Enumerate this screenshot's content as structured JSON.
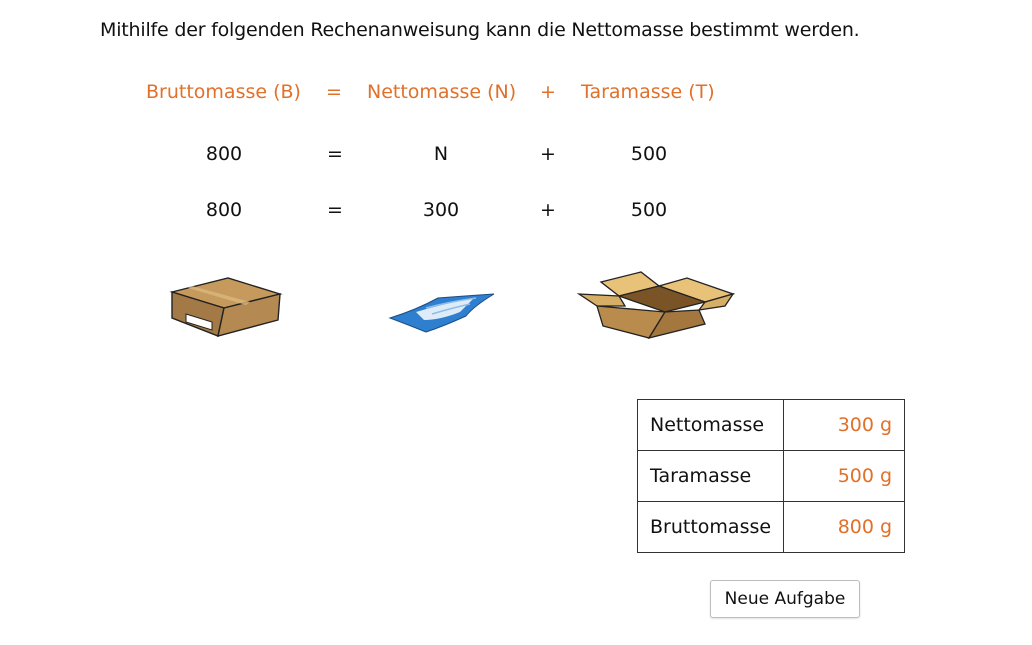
{
  "intro_text": "Mithilfe der folgenden Rechenanweisung kann die Nettomasse bestimmt werden.",
  "formula": {
    "gross": "Bruttomasse (B)",
    "eq": "=",
    "net": "Nettomasse (N)",
    "plus": "+",
    "tare": "Taramasse (T)"
  },
  "equation1": {
    "gross": "800",
    "eq": "=",
    "net": "N",
    "plus": "+",
    "tare": "500"
  },
  "equation2": {
    "gross": "800",
    "eq": "=",
    "net": "300",
    "plus": "+",
    "tare": "500"
  },
  "icons": {
    "gross": "closed-box-icon",
    "net": "tissue-paper-icon",
    "tare": "open-box-icon"
  },
  "table": {
    "rows": [
      {
        "label": "Nettomasse",
        "value": "300 g"
      },
      {
        "label": "Taramasse",
        "value": "500 g"
      },
      {
        "label": "Bruttomasse",
        "value": "800 g"
      }
    ]
  },
  "button_label": "Neue Aufgabe",
  "colors": {
    "accent": "#e0702a",
    "box_brown": "#b3854a"
  }
}
